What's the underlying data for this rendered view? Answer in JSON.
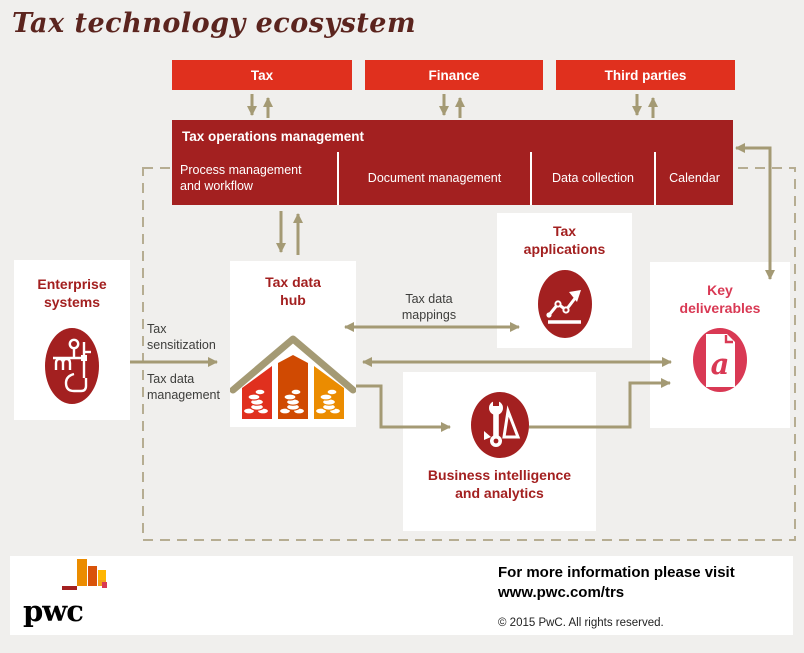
{
  "title": "Tax technology ecosystem",
  "top_boxes": [
    {
      "label": "Tax"
    },
    {
      "label": "Finance"
    },
    {
      "label": "Third parties"
    }
  ],
  "operations_bar": {
    "title": "Tax operations management",
    "sections": [
      "Process management and workflow",
      "Document management",
      "Data collection",
      "Calendar"
    ]
  },
  "nodes": {
    "enterprise_systems": {
      "label": "Enterprise systems"
    },
    "tax_data_hub": {
      "label": "Tax data hub"
    },
    "tax_applications": {
      "label": "Tax applications"
    },
    "key_deliverables": {
      "label": "Key deliverables"
    },
    "business_intelligence": {
      "label": "Business intelligence and analytics"
    }
  },
  "edge_labels": {
    "tax_sensitization": "Tax sensitization",
    "tax_data_management": "Tax data management",
    "tax_data_mappings": "Tax data mappings"
  },
  "icons": {
    "enterprise_systems": "process-map-icon",
    "tax_data_hub": "money-house-icon",
    "tax_applications": "growth-chart-icon",
    "key_deliverables": "document-a-icon",
    "business_intelligence": "tools-icon",
    "logo": "pwc-logo"
  },
  "colors": {
    "red": "#e0301e",
    "dark_red": "#a32020",
    "rose": "#d93954",
    "orange": "#eb8c00",
    "burnt_orange": "#d04a02",
    "yellow": "#ffb600",
    "arrow_olive": "#a49a74",
    "dashed_border": "#b6ad92",
    "title_maroon": "#5b241e",
    "background": "#f0efed"
  },
  "footer": {
    "logo_text": "pwc",
    "info_line1": "For more information please visit",
    "info_line2": "www.pwc.com/trs",
    "copyright": "© 2015 PwC. All rights reserved."
  }
}
